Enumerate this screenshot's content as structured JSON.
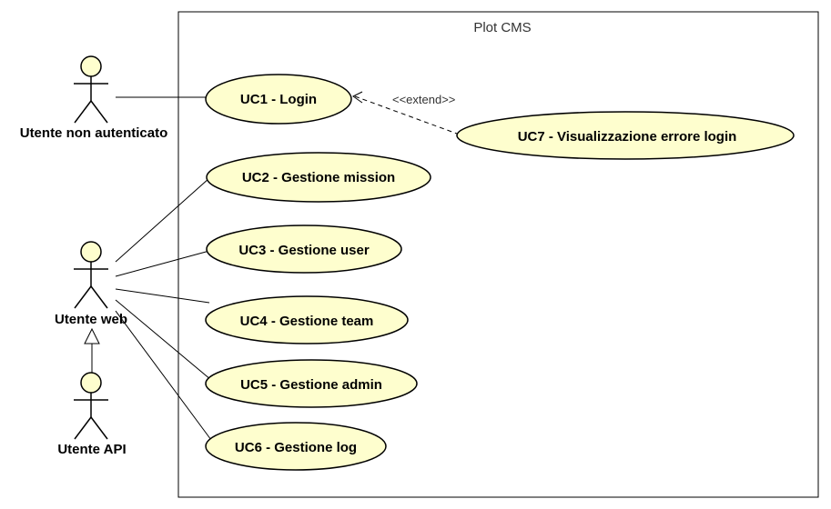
{
  "system": {
    "title": "Plot CMS"
  },
  "actors": {
    "unauth": "Utente non autenticato",
    "web": "Utente web",
    "api": "Utente API"
  },
  "use_cases": {
    "uc1": "UC1 - Login",
    "uc2": "UC2 - Gestione mission",
    "uc3": "UC3 - Gestione user",
    "uc4": "UC4 - Gestione team",
    "uc5": "UC5 - Gestione admin",
    "uc6": "UC6 - Gestione log",
    "uc7": "UC7 - Visualizzazione errore login"
  },
  "relations": {
    "extend_label": "<<extend>>"
  },
  "colors": {
    "use_case_fill": "#FEFECE",
    "actor_fill": "#FEFECE",
    "stroke": "#000000"
  }
}
